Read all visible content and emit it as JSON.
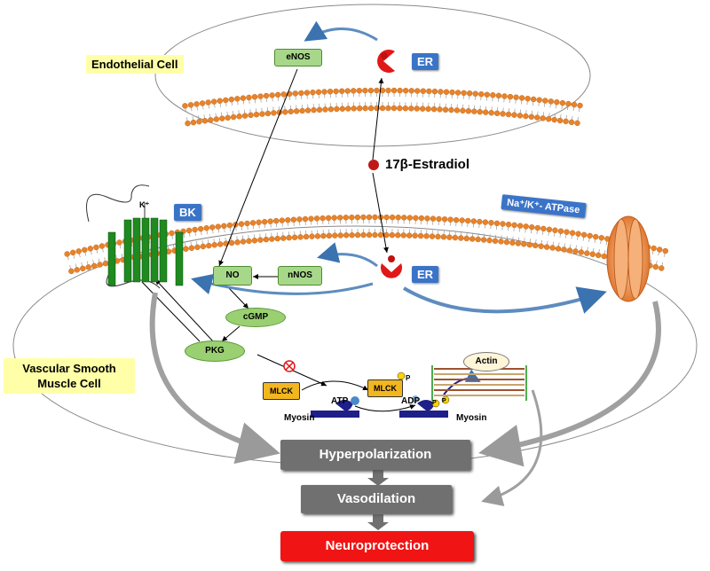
{
  "cells": {
    "endothelial_label": "Endothelial Cell",
    "smooth_muscle_label": "Vascular Smooth\nMuscle Cell"
  },
  "receptors": {
    "er_top": "ER",
    "er_bottom": "ER",
    "bk": "BK",
    "k_ion": "K⁺",
    "atpase": "Na⁺/K⁺- ATPase"
  },
  "ligand": "17β-Estradiol",
  "molecules": {
    "enos": "eNOS",
    "no": "NO",
    "nnos": "nNOS",
    "cgmp": "cGMP",
    "pkg": "PKG",
    "mlck": "MLCK",
    "mlck_p": "MLCK",
    "p": "P",
    "atp": "ATP",
    "adp": "ADP",
    "myosin_left": "Myosin",
    "myosin_right": "Myosin",
    "actin": "Actin"
  },
  "outcomes": {
    "hyperpolarization": "Hyperpolarization",
    "vasodilation": "Vasodilation",
    "neuroprotection": "Neuroprotection"
  },
  "colors": {
    "lipid_head": "#e8832a",
    "receptor_red": "#e01818",
    "label_blue": "#3a74c8",
    "green_box": "#a7d88a",
    "yellow_tag": "#ffffa8",
    "mlck": "#f2b620",
    "outcome_grey": "#707070",
    "outcome_red": "#f01414",
    "channel_green": "#1f8a1f",
    "atpase_orange": "#f0a060"
  }
}
